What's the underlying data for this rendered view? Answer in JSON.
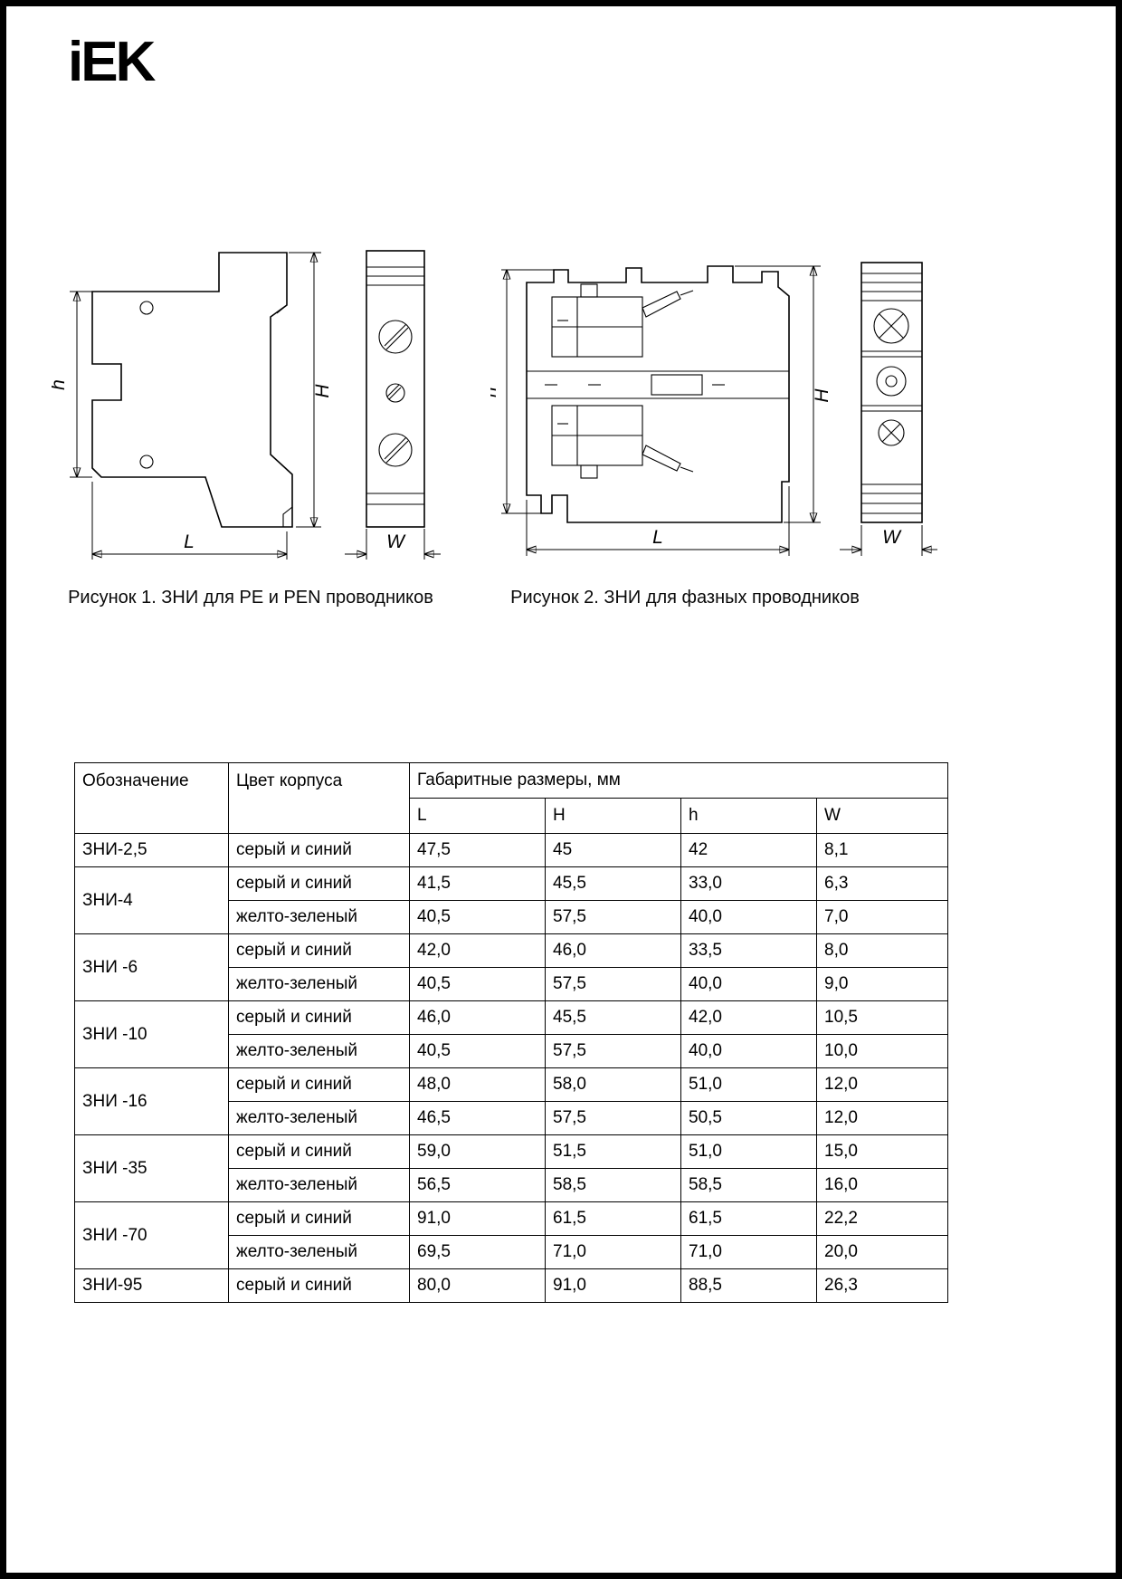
{
  "page": {
    "logo": "iEK"
  },
  "figures": {
    "figure1": {
      "caption": "Рисунок 1. ЗНИ для PE и PEN проводников",
      "dims": {
        "h": "h",
        "H": "H",
        "L": "L",
        "W": "W"
      }
    },
    "figure2": {
      "caption": "Рисунок 2. ЗНИ для фазных проводников",
      "dims": {
        "h": "h",
        "H": "H",
        "L": "L",
        "W": "W"
      }
    }
  },
  "table": {
    "headers": {
      "designation": "Обозначение",
      "color": "Цвет корпуса",
      "dimensions": "Габаритные размеры, мм",
      "sub": {
        "L": "L",
        "H": "H",
        "h": "h",
        "W": "W"
      }
    },
    "rows": [
      {
        "designation": "ЗНИ-2,5",
        "color": "серый и синий",
        "L": "47,5",
        "H": "45",
        "h": "42",
        "W": "8,1"
      },
      {
        "designation": "ЗНИ-4",
        "color": "серый и синий",
        "L": "41,5",
        "H": "45,5",
        "h": "33,0",
        "W": "6,3"
      },
      {
        "color": "желто-зеленый",
        "L": "40,5",
        "H": "57,5",
        "h": "40,0",
        "W": "7,0"
      },
      {
        "designation": "ЗНИ -6",
        "color": "серый и синий",
        "L": "42,0",
        "H": "46,0",
        "h": "33,5",
        "W": "8,0"
      },
      {
        "color": "желто-зеленый",
        "L": "40,5",
        "H": "57,5",
        "h": "40,0",
        "W": "9,0"
      },
      {
        "designation": "ЗНИ -10",
        "color": "серый и синий",
        "L": "46,0",
        "H": "45,5",
        "h": "42,0",
        "W": "10,5"
      },
      {
        "color": "желто-зеленый",
        "L": "40,5",
        "H": "57,5",
        "h": "40,0",
        "W": "10,0"
      },
      {
        "designation": "ЗНИ -16",
        "color": "серый и синий",
        "L": "48,0",
        "H": "58,0",
        "h": "51,0",
        "W": "12,0"
      },
      {
        "color": "желто-зеленый",
        "L": "46,5",
        "H": "57,5",
        "h": "50,5",
        "W": "12,0"
      },
      {
        "designation": "ЗНИ -35",
        "color": "серый и синий",
        "L": "59,0",
        "H": "51,5",
        "h": "51,0",
        "W": "15,0"
      },
      {
        "color": "желто-зеленый",
        "L": "56,5",
        "H": "58,5",
        "h": "58,5",
        "W": "16,0"
      },
      {
        "designation": "ЗНИ -70",
        "color": "серый и синий",
        "L": "91,0",
        "H": "61,5",
        "h": "61,5",
        "W": "22,2"
      },
      {
        "color": "желто-зеленый",
        "L": "69,5",
        "H": "71,0",
        "h": "71,0",
        "W": "20,0"
      },
      {
        "designation": "ЗНИ-95",
        "color": "серый и синий",
        "L": "80,0",
        "H": "91,0",
        "h": "88,5",
        "W": "26,3"
      }
    ]
  }
}
